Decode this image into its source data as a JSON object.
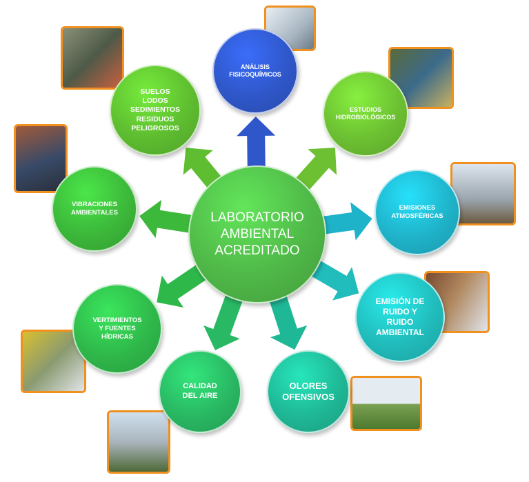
{
  "center": {
    "label": "LABORATORIO\nAMBIENTAL\nACREDITADO",
    "color": "#4fb848"
  },
  "nodes": [
    {
      "id": "analisis",
      "label": "ANÁLISIS\nFISICOQUÍMICOS",
      "color": "#2f57c9"
    },
    {
      "id": "estudios",
      "label": "ESTUDIOS\nHIDROBIOLÓGICOS",
      "color": "#6cc032"
    },
    {
      "id": "emisiones",
      "label": "EMISIONES\nATMOSFÉRICAS",
      "color": "#1fb3c9"
    },
    {
      "id": "ruido",
      "label": "EMISIÓN DE\nRUIDO Y\nRUIDO\nAMBIENTAL",
      "color": "#21bcbc"
    },
    {
      "id": "olores",
      "label": "OLORES\nOFENSIVOS",
      "color": "#1fb896"
    },
    {
      "id": "calidad",
      "label": "CALIDAD\nDEL AIRE",
      "color": "#29b863"
    },
    {
      "id": "vertimientos",
      "label": "VERTIMIENTOS\nY FUENTES\nHÍDRICAS",
      "color": "#2fb84a"
    },
    {
      "id": "vibraciones",
      "label": "VIBRACIONES\nAMBIENTALES",
      "color": "#3cb83a"
    },
    {
      "id": "suelos",
      "label": "SUELOS\nLODOS\nSEDIMIENTOS\nRESIDUOS\nPELIGROSOS",
      "color": "#5ebd30"
    }
  ],
  "photo_border": "#f0901e"
}
